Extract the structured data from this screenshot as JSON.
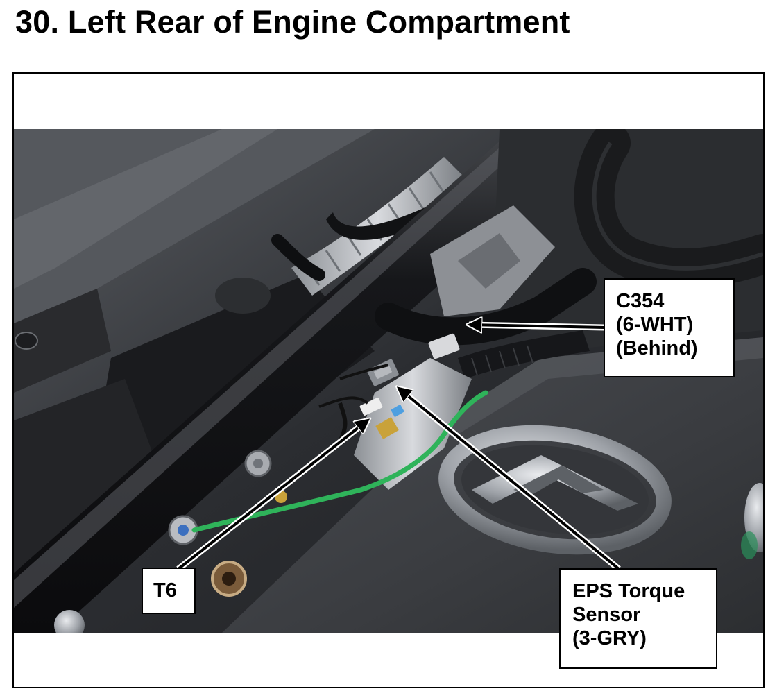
{
  "page": {
    "title": "30.  Left Rear of Engine Compartment"
  },
  "callouts": {
    "c354": {
      "line1": "C354",
      "line2": "(6-WHT)",
      "line3": "(Behind)"
    },
    "t6": {
      "line1": "T6"
    },
    "eps": {
      "line1": "EPS Torque",
      "line2": "Sensor",
      "line3": "(3-GRY)"
    }
  },
  "colors": {
    "ground_wire": "#2fb35a",
    "engine_cover": "#3a3c40",
    "callout_border": "#000000"
  },
  "icons": {
    "emblem": "acura-emblem-icon",
    "arrow": "arrow-pointer-icon"
  }
}
